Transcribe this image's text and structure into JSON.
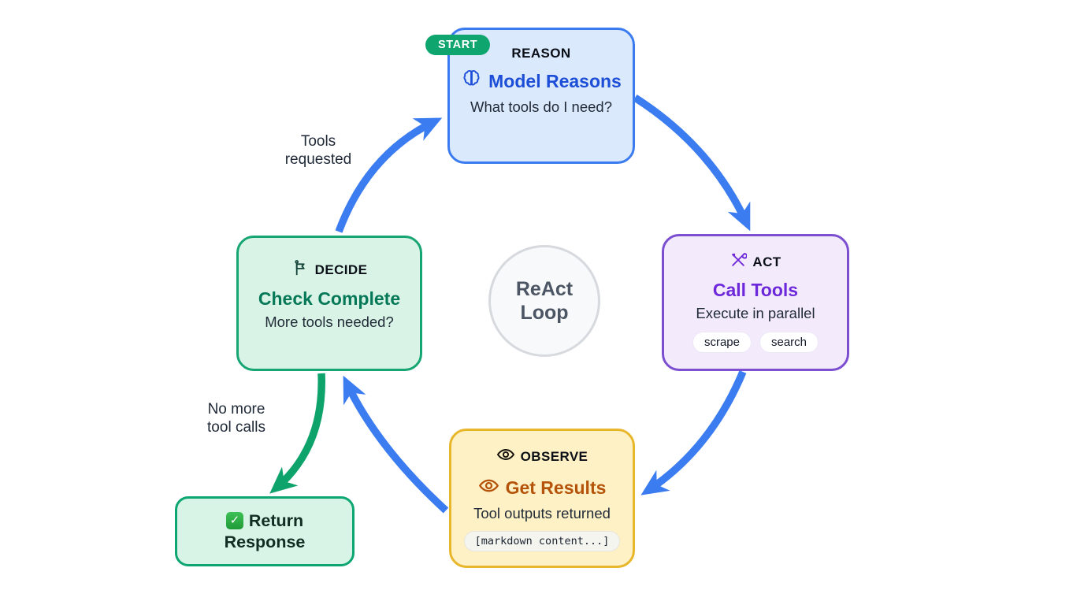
{
  "center": {
    "line1": "ReAct",
    "line2": "Loop"
  },
  "start_badge": {
    "label": "START",
    "color": "#0ea56f"
  },
  "nodes": {
    "reason": {
      "header": "REASON",
      "icon": "brain-icon",
      "title": "Model Reasons",
      "subtitle": "What tools do I need?",
      "border_color": "#3b7bf0",
      "fill_color": "#dbe9fc",
      "title_color": "#1d4ed8"
    },
    "act": {
      "header": "ACT",
      "icon": "tools-icon",
      "title": "Call Tools",
      "subtitle": "Execute in parallel",
      "pills": [
        "scrape",
        "search"
      ],
      "border_color": "#7c4fd0",
      "fill_color": "#f3ebfc",
      "title_color": "#6d28d9"
    },
    "observe": {
      "header": "OBSERVE",
      "icon": "eye-icon",
      "title": "Get Results",
      "subtitle": "Tool outputs returned",
      "code_pill": "[markdown content...]",
      "border_color": "#e8b62a",
      "fill_color": "#fdf1c5",
      "title_color": "#b45309"
    },
    "decide": {
      "header": "DECIDE",
      "icon": "flag-icon",
      "title": "Check Complete",
      "subtitle": "More tools needed?",
      "border_color": "#17a673",
      "fill_color": "#d9f4e6",
      "title_color": "#047857"
    },
    "return_response": {
      "icon": "check-icon",
      "line1": "Return",
      "line2": "Response",
      "check_glyph": "✓",
      "border_color": "#0da673",
      "fill_color": "#d8f4e6"
    }
  },
  "edge_labels": {
    "tools_requested": {
      "line1": "Tools",
      "line2": "requested"
    },
    "no_more_tool_calls": {
      "line1": "No more",
      "line2": "tool calls"
    }
  },
  "arrows": {
    "loop_color": "#3b7cf0",
    "exit_color": "#0fa36c"
  }
}
